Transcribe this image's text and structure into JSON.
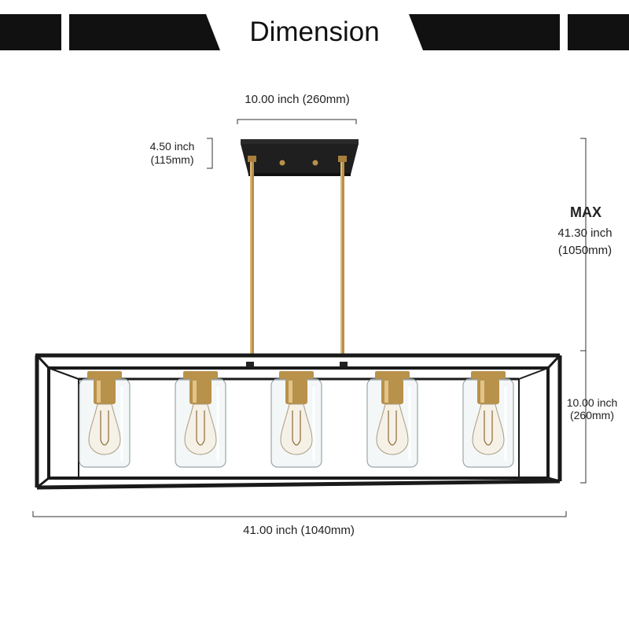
{
  "header": {
    "title": "Dimension",
    "accent_color": "#111111"
  },
  "dimensions": {
    "canopy_width": "10.00 inch (260mm)",
    "canopy_height_inch": "4.50 inch",
    "canopy_height_mm": "(115mm)",
    "max_label": "MAX",
    "max_height_inch": "41.30 inch",
    "max_height_mm": "(1050mm)",
    "frame_height_inch": "10.00 inch",
    "frame_height_mm": "(260mm)",
    "frame_length": "41.00 inch (1040mm)"
  },
  "fixture": {
    "frame_color": "#1a1a1a",
    "brass_color": "#b8914a",
    "glass_color": "#e9f0f2",
    "bulb_count": 5
  }
}
